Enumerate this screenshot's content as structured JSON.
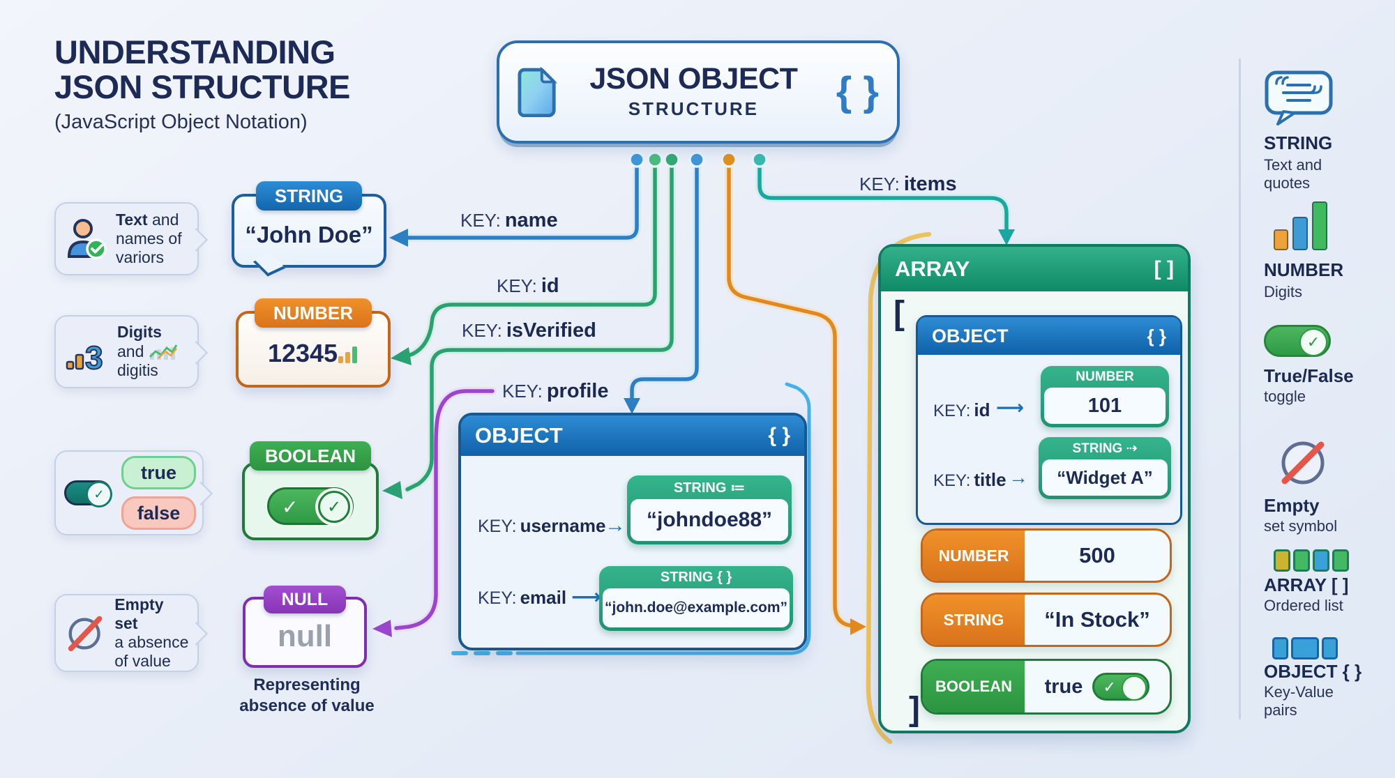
{
  "title": {
    "line1": "UNDERSTANDING",
    "line2": "JSON STRUCTURE",
    "subtitle": "(JavaScript Object Notation)"
  },
  "root": {
    "title": "JSON OBJECT",
    "subtitle": "STRUCTURE",
    "braces": "{ }"
  },
  "ui": {
    "key_prefix": "KEY:",
    "arrow": "→",
    "long_arrow": "⟶",
    "check": "✓"
  },
  "keys": {
    "name": "name",
    "id": "id",
    "isVerified": "isVerified",
    "profile": "profile",
    "items": "items"
  },
  "left": {
    "card_string": {
      "bold": "Text",
      "rest": "and",
      "line2": "names of",
      "line3": "variors"
    },
    "string_box": {
      "label": "STRING",
      "value": "“John Doe”"
    },
    "card_number": {
      "bold": "Digits",
      "line2": "and",
      "line3": "digitis"
    },
    "number_box": {
      "label": "NUMBER",
      "value": "12345"
    },
    "card_boolean": {
      "true_label": "true",
      "false_label": "false"
    },
    "boolean_box": {
      "label": "BOOLEAN"
    },
    "card_null": {
      "bold": "Empty set",
      "line2": "a absence",
      "line3": "of value"
    },
    "null_box": {
      "label": "NULL",
      "value": "null"
    },
    "null_caption_1": "Representing",
    "null_caption_2": "absence of value"
  },
  "object_box": {
    "header": "OBJECT",
    "braces": "{ }",
    "rows": [
      {
        "key": "username",
        "type": "STRING",
        "type_suffix": "≔",
        "value": "“johndoe88”"
      },
      {
        "key": "email",
        "type": "STRING",
        "type_suffix": "{ }",
        "value": "“john.doe@example.com”"
      }
    ]
  },
  "array_box": {
    "header": "ARRAY",
    "brackets": "[ ]",
    "open": "[",
    "close": "]",
    "object": {
      "header": "OBJECT",
      "braces": "{ }",
      "rows": [
        {
          "key": "id",
          "type": "NUMBER",
          "type_suffix": "",
          "value": "101"
        },
        {
          "key": "title",
          "type": "STRING",
          "type_suffix": "⇢",
          "value": "“Widget A”"
        }
      ]
    },
    "items": [
      {
        "type": "NUMBER",
        "value": "500"
      },
      {
        "type": "STRING",
        "value": "“In Stock”"
      },
      {
        "type": "BOOLEAN",
        "value": "true"
      }
    ]
  },
  "sidebar": {
    "items": [
      {
        "icon": "speech-quote-icon",
        "title": "STRING",
        "desc": "Text and quotes"
      },
      {
        "icon": "bar-chart-icon",
        "title": "NUMBER",
        "desc": "Digits"
      },
      {
        "icon": "toggle-icon",
        "title": "True/False",
        "desc": "toggle"
      },
      {
        "icon": "empty-set-icon",
        "title": "Empty",
        "desc": "set symbol"
      },
      {
        "icon": "array-squares-icon",
        "title": "ARRAY [ ]",
        "desc": "Ordered list"
      },
      {
        "icon": "object-blocks-icon",
        "title": "OBJECT { }",
        "desc": "Key-Value pairs"
      }
    ]
  },
  "colors": {
    "navy": "#1b2950",
    "blue": "#2b7fc2",
    "green": "#2aa173",
    "teal": "#18a89f",
    "orange": "#e2891c",
    "yellow": "#edc35f",
    "purple": "#9b45cc",
    "cyan": "#45b1e8"
  }
}
